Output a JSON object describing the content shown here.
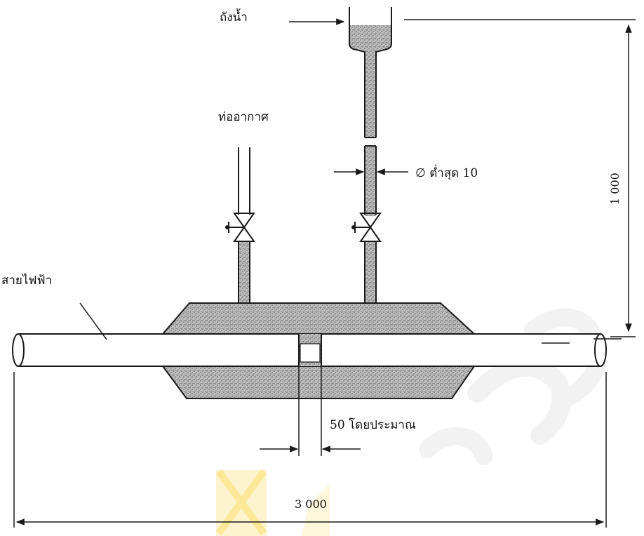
{
  "labels": {
    "water_tank": "ถังน้ำ",
    "air_pipe": "ท่ออากาศ",
    "min_diameter": "∅ ต่ำสุด 10",
    "cable": "สายไฟฟ้า",
    "gap": "50 โดยประมาณ"
  },
  "dimensions": {
    "height": "1 000",
    "length": "3 000"
  },
  "colors": {
    "ink": "#1a1a1a",
    "fill": "#b5b5b5",
    "watermark": "#f5c400"
  }
}
